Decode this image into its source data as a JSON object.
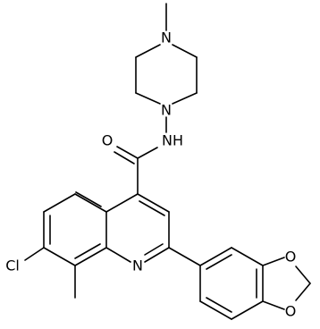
{
  "structure": {
    "atom_labels": {
      "n_methyl": "N",
      "n_amine": "N",
      "nh": "NH",
      "carbonyl_o": "O",
      "ring_n": "N",
      "cl": "Cl",
      "o_top": "O",
      "o_bottom": "O"
    },
    "colors": {
      "bond": "#000000",
      "background": "#ffffff"
    }
  }
}
